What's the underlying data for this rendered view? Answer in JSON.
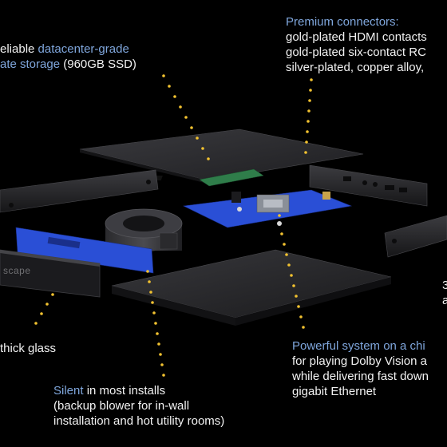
{
  "callouts": {
    "storage": {
      "line1_plain": "eliable ",
      "line1_highlight": "datacenter-grade",
      "line2_highlight": "ate storage",
      "line2_plain": " (960GB SSD)"
    },
    "connectors": {
      "title": "Premium connectors:",
      "line1": "gold-plated HDMI contacts",
      "line2": "gold-plated six-contact RC",
      "line3": "silver-plated, copper alloy,"
    },
    "glass": {
      "line1": "thick glass"
    },
    "silent": {
      "highlight": "Silent",
      "line1_plain": " in most installs",
      "line2": "(backup blower for in-wall",
      "line3": "installation and hot utility rooms)"
    },
    "soc": {
      "title": "Powerful system on a chi",
      "line1": "for playing Dolby Vision a",
      "line2": "while delivering fast down",
      "line3": "gigabit Ethernet"
    },
    "right_edge": {
      "line1": "3",
      "line2": "a"
    }
  },
  "front_panel_brand": "scape",
  "colors": {
    "background": "#000000",
    "highlight": "#7fa6dc",
    "text": "#f2f2f2",
    "dots": "#f2c230",
    "pcb_blue": "#2a4fd6",
    "metal_dark": "#2a2a2d"
  }
}
